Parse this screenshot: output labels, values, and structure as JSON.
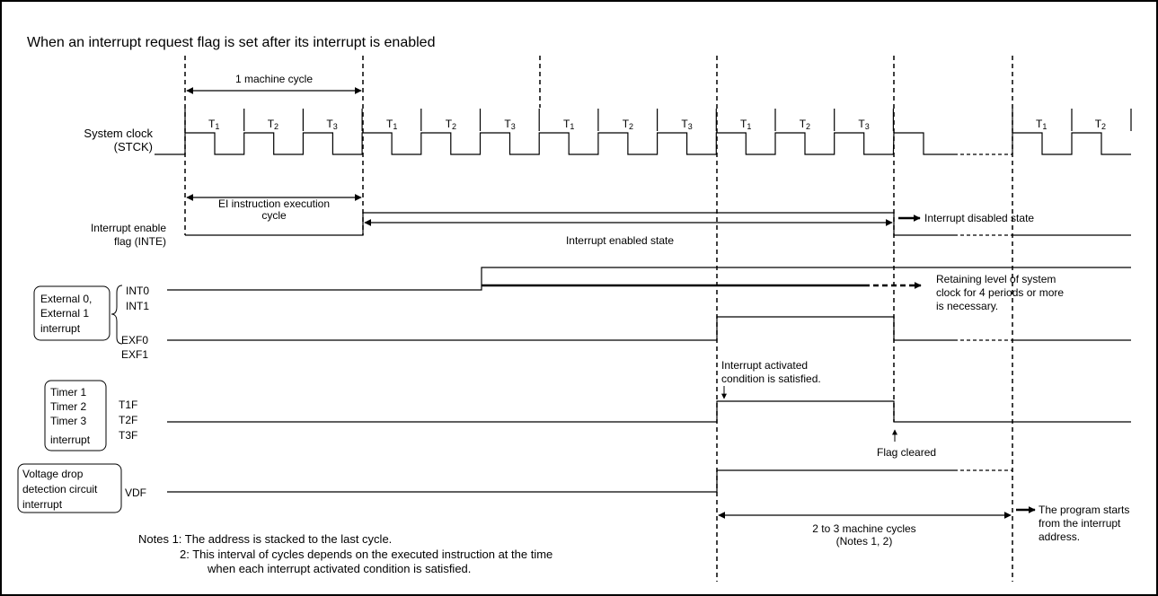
{
  "title": "When an interrupt request flag is set after its interrupt is enabled",
  "machine_cycle_label": "1 machine cycle",
  "clock": {
    "label_line1": "System clock",
    "label_line2": "(STCK)",
    "t_prefix": "T",
    "groups": [
      [
        "1",
        "2",
        "3"
      ],
      [
        "1",
        "2",
        "3"
      ],
      [
        "1",
        "2",
        "3"
      ],
      [
        "1",
        "2",
        "3"
      ],
      [
        "1",
        "2"
      ]
    ]
  },
  "inte": {
    "label_line1": "Interrupt enable",
    "label_line2": "flag (INTE)",
    "ei_line1": "EI instruction execution",
    "ei_line2": "cycle",
    "enabled_state": "Interrupt enabled state",
    "disabled_state": "Interrupt disabled state"
  },
  "external": {
    "box_line1": "External 0,",
    "box_line2": "External 1",
    "box_line3": "interrupt",
    "int0": "INT0",
    "int1": "INT1",
    "exf0": "EXF0",
    "exf1": "EXF1",
    "retain_line1": "Retaining level of system",
    "retain_line2": "clock for 4 periods or more",
    "retain_line3": "is necessary."
  },
  "timer": {
    "box_line1": "Timer 1",
    "box_line2": "Timer 2",
    "box_line3": "Timer 3",
    "box_line4": "interrupt",
    "t1f": "T1F",
    "t2f": "T2F",
    "t3f": "T3F",
    "activated_line1": "Interrupt activated",
    "activated_line2": "condition is satisfied.",
    "flag_cleared": "Flag cleared"
  },
  "vdf": {
    "box_line1": "Voltage drop",
    "box_line2": "detection circuit",
    "box_line3": "interrupt",
    "label": "VDF"
  },
  "cycles": {
    "line1": "2 to 3 machine cycles",
    "line2": "(Notes 1, 2)"
  },
  "program_start": {
    "line1": "The program starts",
    "line2": "from the interrupt",
    "line3": "address."
  },
  "notes": {
    "note1": "Notes 1: The address is stacked to the last cycle.",
    "note2": "2: This interval of cycles depends on the executed instruction at the time",
    "note2b": "when each interrupt activated condition is satisfied."
  }
}
